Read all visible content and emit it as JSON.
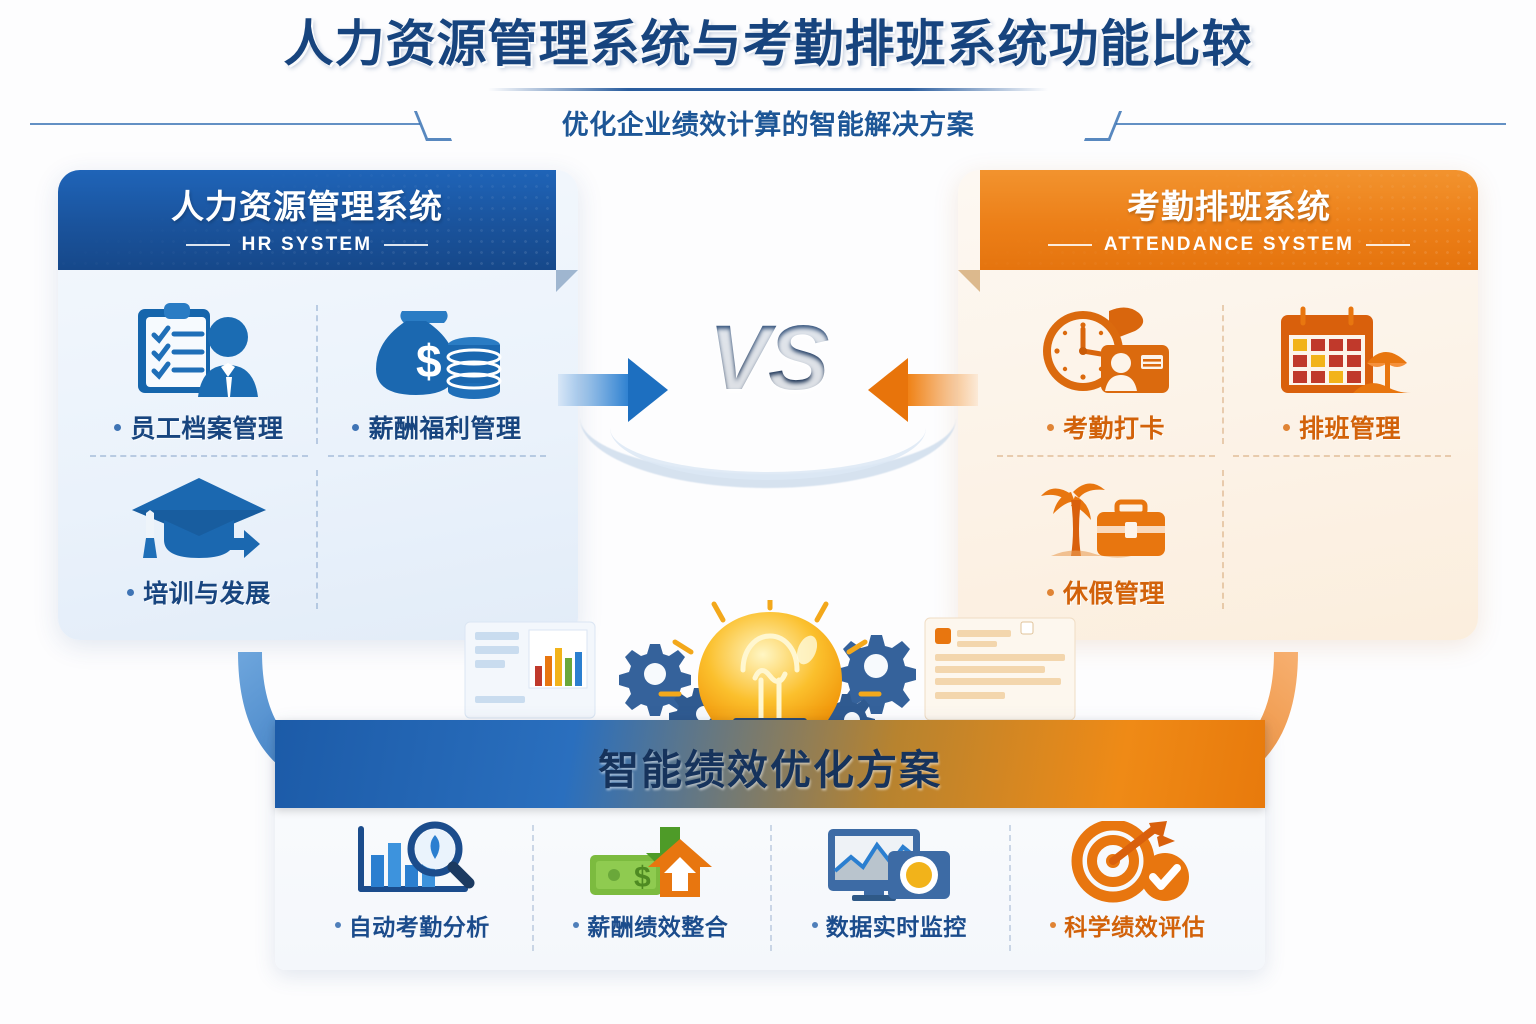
{
  "header": {
    "main_title": "人力资源管理系统与考勤排班系统功能比较",
    "subtitle": "优化企业绩效计算的智能解决方案"
  },
  "vs": {
    "label": "VS"
  },
  "left_panel": {
    "title": "人力资源管理系统",
    "subtitle_en": "HR SYSTEM",
    "accent_color": "#1a539c",
    "features": [
      {
        "label": "员工档案管理",
        "icon": "clipboard-person-icon"
      },
      {
        "label": "薪酬福利管理",
        "icon": "money-bag-coins-icon"
      },
      {
        "label": "培训与发展",
        "icon": "graduation-cap-icon"
      }
    ]
  },
  "right_panel": {
    "title": "考勤排班系统",
    "subtitle_en": "ATTENDANCE SYSTEM",
    "accent_color": "#ec7f18",
    "features": [
      {
        "label": "考勤打卡",
        "icon": "clock-idcard-icon"
      },
      {
        "label": "排班管理",
        "icon": "calendar-umbrella-icon"
      },
      {
        "label": "休假管理",
        "icon": "palm-suitcase-icon"
      }
    ]
  },
  "bottom": {
    "banner_title": "智能绩效优化方案",
    "features": [
      {
        "label": "自动考勤分析",
        "icon": "bar-chart-magnifier-icon",
        "color": "blue"
      },
      {
        "label": "薪酬绩效整合",
        "icon": "money-arrows-icon",
        "color": "blue"
      },
      {
        "label": "数据实时监控",
        "icon": "monitor-chart-icon",
        "color": "blue"
      },
      {
        "label": "科学绩效评估",
        "icon": "target-check-icon",
        "color": "orange"
      }
    ]
  },
  "colors": {
    "blue_dark": "#16335c",
    "blue": "#1a539c",
    "blue_light": "#2b7fd0",
    "orange": "#ec7f18",
    "orange_dark": "#d2620a",
    "yellow": "#f5b21c",
    "green": "#6aa83a"
  }
}
